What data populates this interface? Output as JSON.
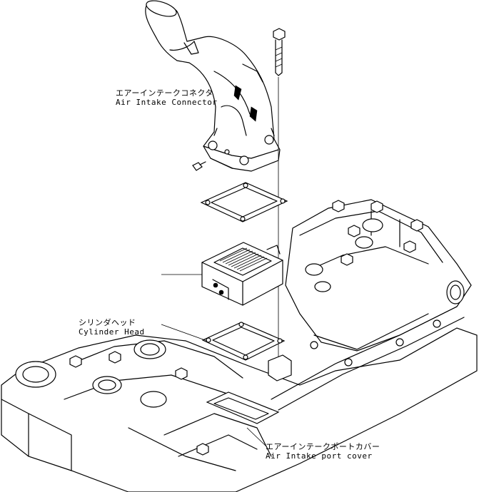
{
  "labels": {
    "air_intake_connector": {
      "jp": "エアーインテークコネクタ",
      "en": "Air Intake Connector"
    },
    "cylinder_head": {
      "jp": "シリンダヘッド",
      "en": "Cylinder Head"
    },
    "air_intake_port_cover": {
      "jp": "エアーインテークポートカバー",
      "en": "Air Intake port cover"
    }
  }
}
